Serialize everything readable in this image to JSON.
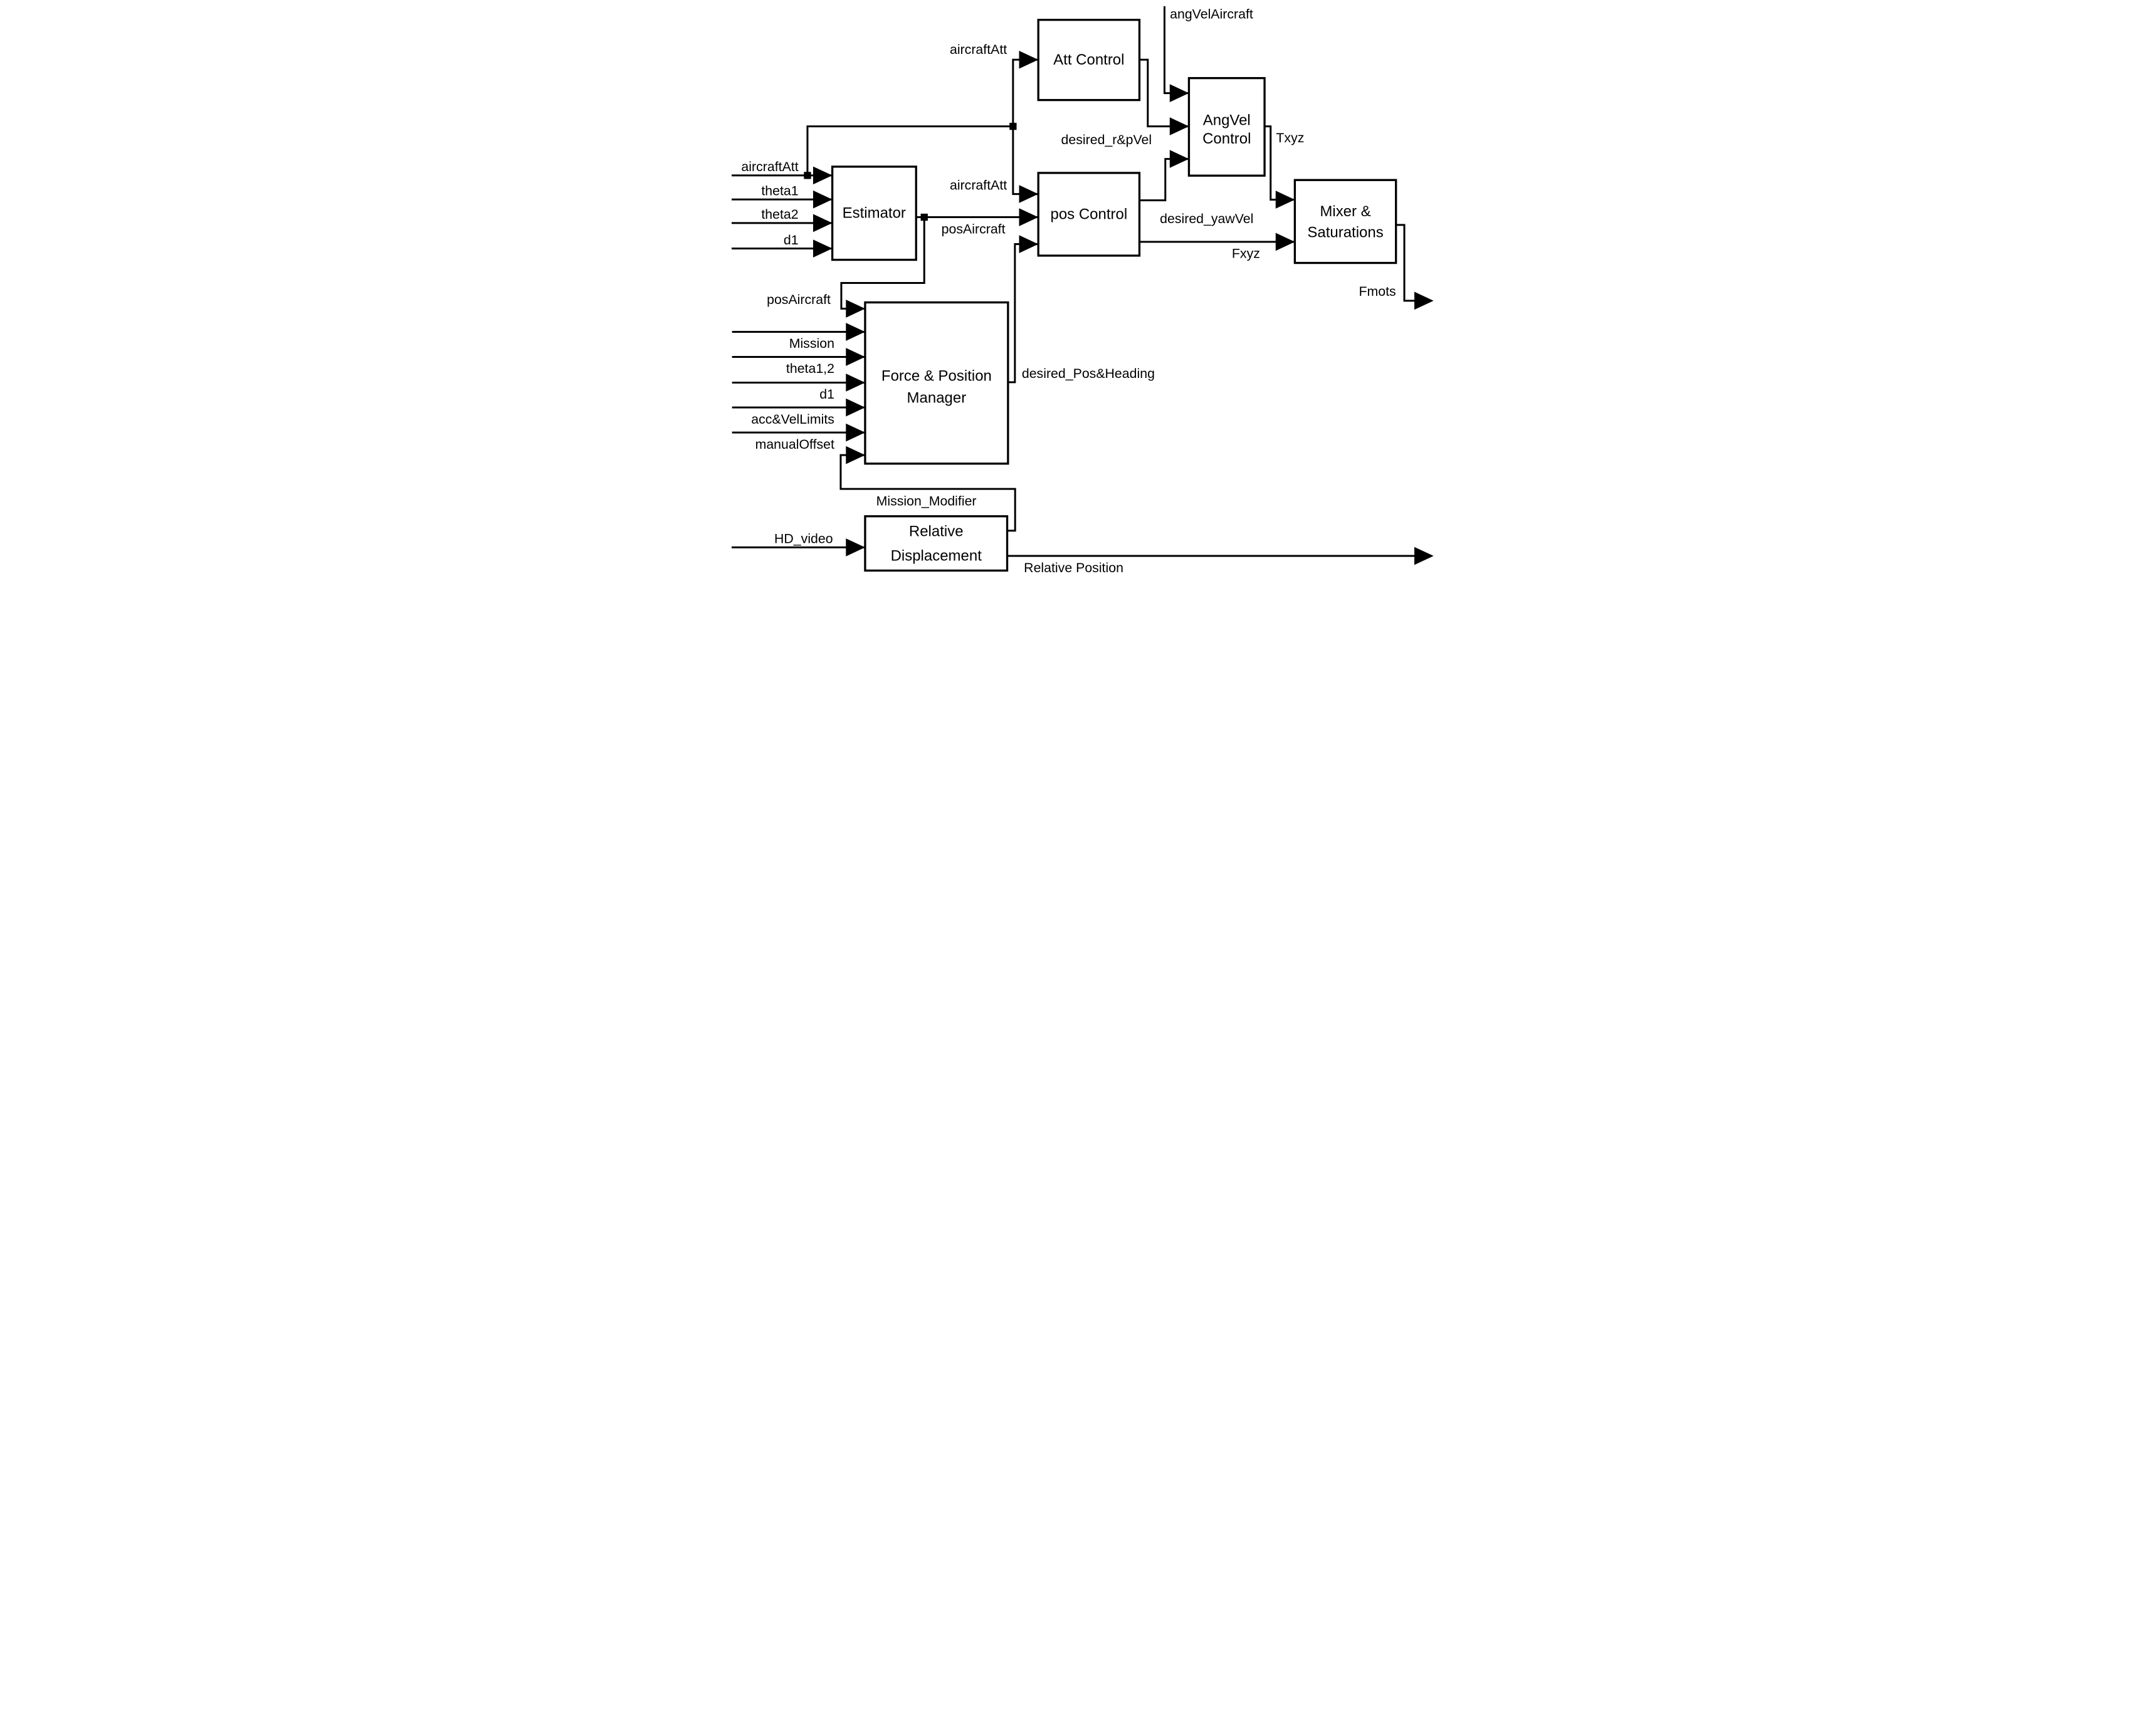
{
  "figure": {
    "type": "block-diagram",
    "background_color": "#ffffff",
    "line_color": "#000000"
  },
  "blocks": {
    "estimator": {
      "label": "Estimator"
    },
    "att_control": {
      "label": "Att Control"
    },
    "angvel_control": {
      "label_line1": "AngVel",
      "label_line2": "Control"
    },
    "pos_control": {
      "label": "pos Control"
    },
    "mixer_saturations": {
      "label_line1": "Mixer &",
      "label_line2": "Saturations"
    },
    "force_position_manager": {
      "label_line1": "Force & Position",
      "label_line2": "Manager"
    },
    "relative_displacement": {
      "label_line1": "Relative",
      "label_line2": "Displacement"
    }
  },
  "signal_labels": {
    "estimator_in_aircraftAtt": "aircraftAtt",
    "estimator_in_theta1": "theta1",
    "estimator_in_theta2": "theta2",
    "estimator_in_d1": "d1",
    "att_in_aircraftAtt": "aircraftAtt",
    "pos_in_aircraftAtt": "aircraftAtt",
    "pos_in_posAircraft": "posAircraft",
    "fpm_in_posAircraft": "posAircraft",
    "fpm_in_mission": "Mission",
    "fpm_in_theta12": "theta1,2",
    "fpm_in_d1": "d1",
    "fpm_in_accVelLimits": "acc&VelLimits",
    "fpm_in_manualOffset": "manualOffset",
    "angvel_in_angVelAircraft": "angVelAircraft",
    "angvel_in_desired_rpVel": "desired_r&pVel",
    "angvel_in_desired_yawVel": "desired_yawVel",
    "mixer_in_Txyz": "Txyz",
    "mixer_in_Fxyz": "Fxyz",
    "out_Fmots": "Fmots",
    "pos_in_desired_PosHeading": "desired_Pos&Heading",
    "fpm_in_mission_modifier": "Mission_Modifier",
    "rd_in_HD_video": "HD_video",
    "out_relative_position": "Relative Position"
  }
}
